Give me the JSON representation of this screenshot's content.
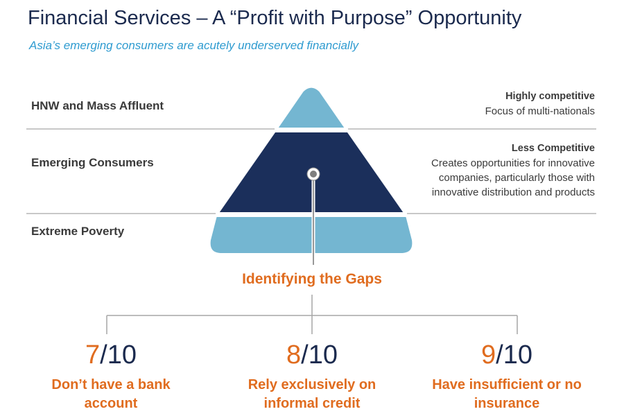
{
  "header": {
    "title": "Financial Services – A “Profit with Purpose” Opportunity",
    "subtitle": "Asia’s emerging consumers are acutely underserved financially"
  },
  "tiers": [
    {
      "label": "HNW and Mass Affluent"
    },
    {
      "label": "Emerging Consumers"
    },
    {
      "label": "Extreme Poverty"
    }
  ],
  "notes": [
    {
      "head": "Highly competitive",
      "body": "Focus of multi-nationals"
    },
    {
      "head": "Less Competitive",
      "body": "Creates opportunities for innovative\ncompanies, particularly those with\ninnovative distribution and products"
    }
  ],
  "gaps_label": "Identifying the Gaps",
  "stats": [
    {
      "numerator": "7",
      "denominator": "/10",
      "description": "Don’t have a bank\naccount"
    },
    {
      "numerator": "8",
      "denominator": "/10",
      "description": "Rely exclusively on\ninformal credit"
    },
    {
      "numerator": "9",
      "denominator": "/10",
      "description": "Have insufficient or no\ninsurance"
    }
  ],
  "colors": {
    "navy": "#1b2f5b",
    "light_blue": "#74b6d1",
    "orange": "#e06c1f",
    "title": "#1b2a4e",
    "subtitle": "#2e9bd0",
    "rule": "#a6a6a6"
  }
}
